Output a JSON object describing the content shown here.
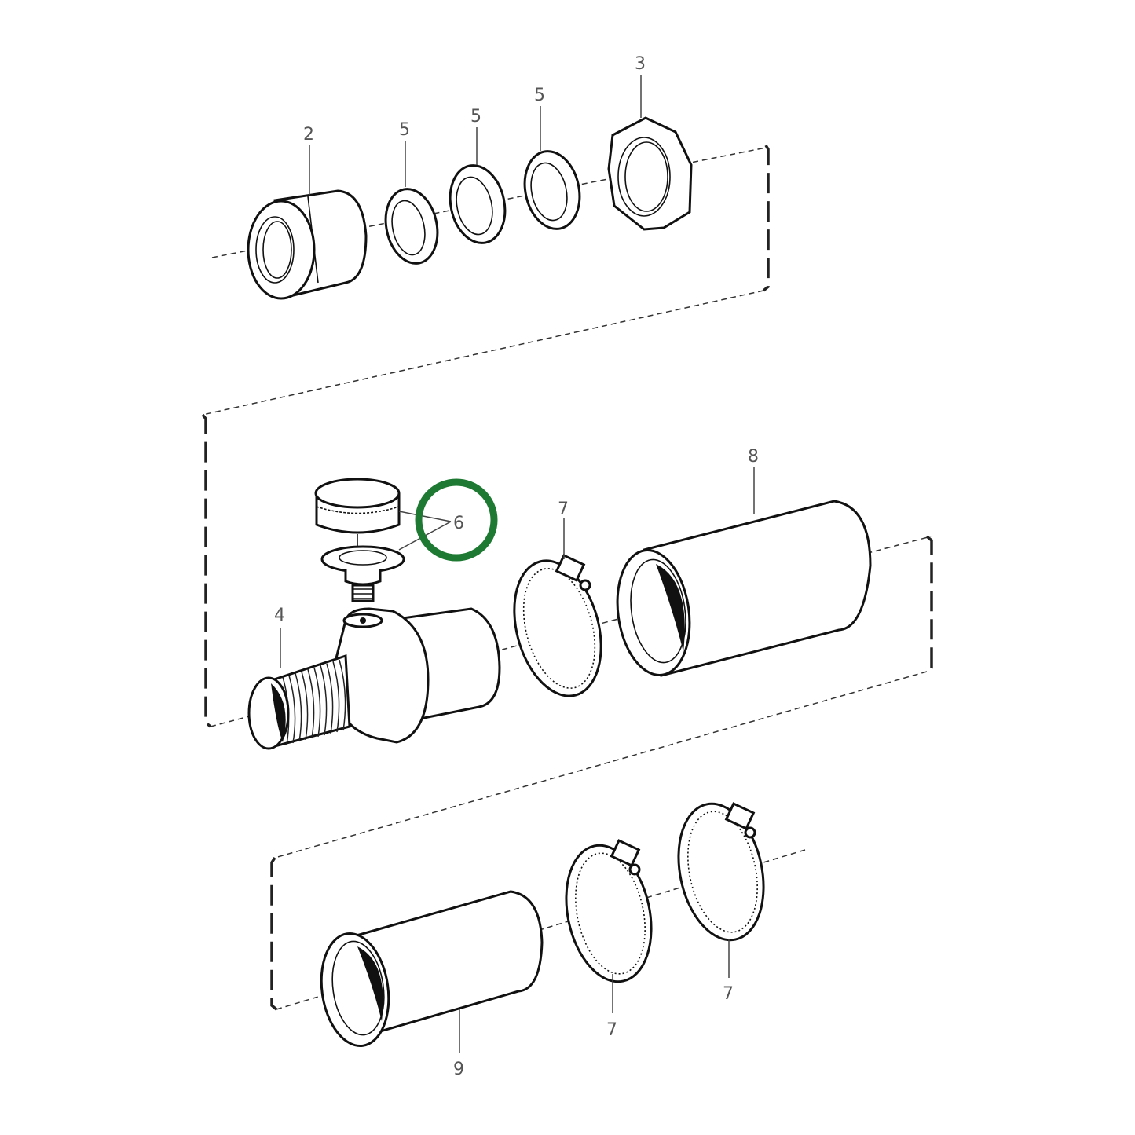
{
  "diagram": {
    "type": "exploded parts diagram",
    "highlight_color": "#1e7a32",
    "highlighted_part": "6",
    "callouts": [
      {
        "id": "c2",
        "label": "2",
        "part": "threaded nut / sleeve"
      },
      {
        "id": "c5a",
        "label": "5",
        "part": "sealing ring"
      },
      {
        "id": "c5b",
        "label": "5",
        "part": "sealing ring"
      },
      {
        "id": "c5c",
        "label": "5",
        "part": "sealing ring"
      },
      {
        "id": "c3",
        "label": "3",
        "part": "hex lock nut"
      },
      {
        "id": "c6",
        "label": "6",
        "part": "cap and valve/seal (highlighted)"
      },
      {
        "id": "c4",
        "label": "4",
        "part": "threaded hull fitting"
      },
      {
        "id": "c7a",
        "label": "7",
        "part": "hose clamp"
      },
      {
        "id": "c8",
        "label": "8",
        "part": "hose"
      },
      {
        "id": "c9",
        "label": "9",
        "part": "hose"
      },
      {
        "id": "c7b",
        "label": "7",
        "part": "hose clamp"
      },
      {
        "id": "c7c",
        "label": "7",
        "part": "hose clamp"
      }
    ]
  }
}
